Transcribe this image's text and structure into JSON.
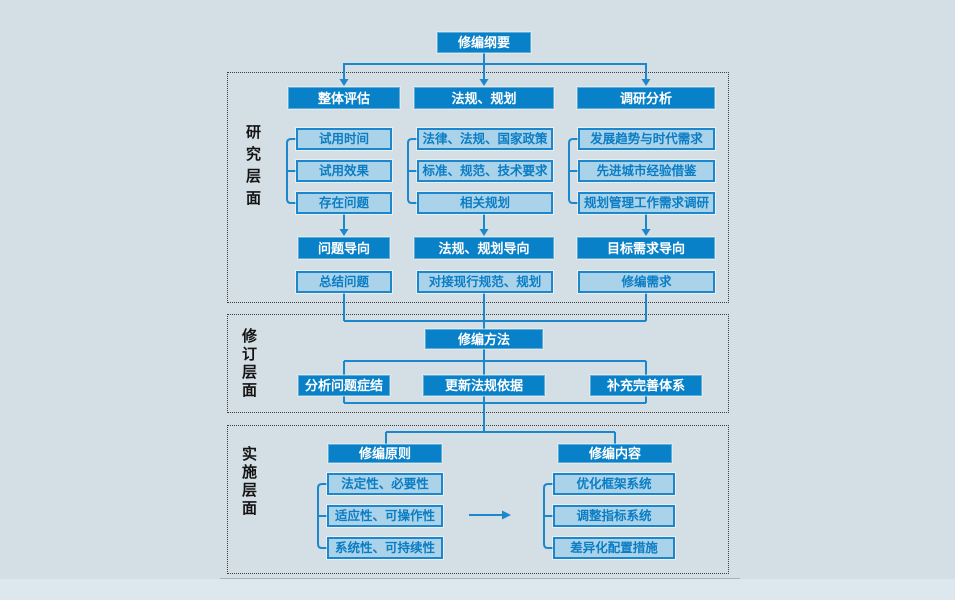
{
  "root_box": {
    "label": "修编纲要"
  },
  "sections": {
    "research": {
      "label": "研究层面",
      "columns": [
        {
          "header": "整体评估",
          "items": [
            "试用时间",
            "试用效果",
            "存在问题"
          ],
          "orientation": "问题导向",
          "result": "总结问题"
        },
        {
          "header": "法规、规划",
          "items": [
            "法律、法规、国家政策",
            "标准、规范、技术要求",
            "相关规划"
          ],
          "orientation": "法规、规划导向",
          "result": "对接现行规范、规划"
        },
        {
          "header": "调研分析",
          "items": [
            "发展趋势与时代需求",
            "先进城市经验借鉴",
            "规划管理工作需求调研"
          ],
          "orientation": "目标需求导向",
          "result": "修编需求"
        }
      ]
    },
    "revision": {
      "label": "修订层面",
      "method": "修编方法",
      "approaches": [
        "分析问题症结",
        "更新法规依据",
        "补充完善体系"
      ]
    },
    "implementation": {
      "label": "实施层面",
      "principles": {
        "header": "修编原则",
        "items": [
          "法定性、必要性",
          "适应性、可操作性",
          "系统性、可持续性"
        ]
      },
      "contents": {
        "header": "修编内容",
        "items": [
          "优化框架系统",
          "调整指标系统",
          "差异化配置措施"
        ]
      }
    }
  },
  "colors": {
    "background": "#d3dee5",
    "dark_box_fill": "#0981c9",
    "light_box_fill": "#aad3ea",
    "line_blue": "#1c87cc",
    "light_box_text": "#0a7dc5",
    "dark_box_text": "#ffffff"
  }
}
